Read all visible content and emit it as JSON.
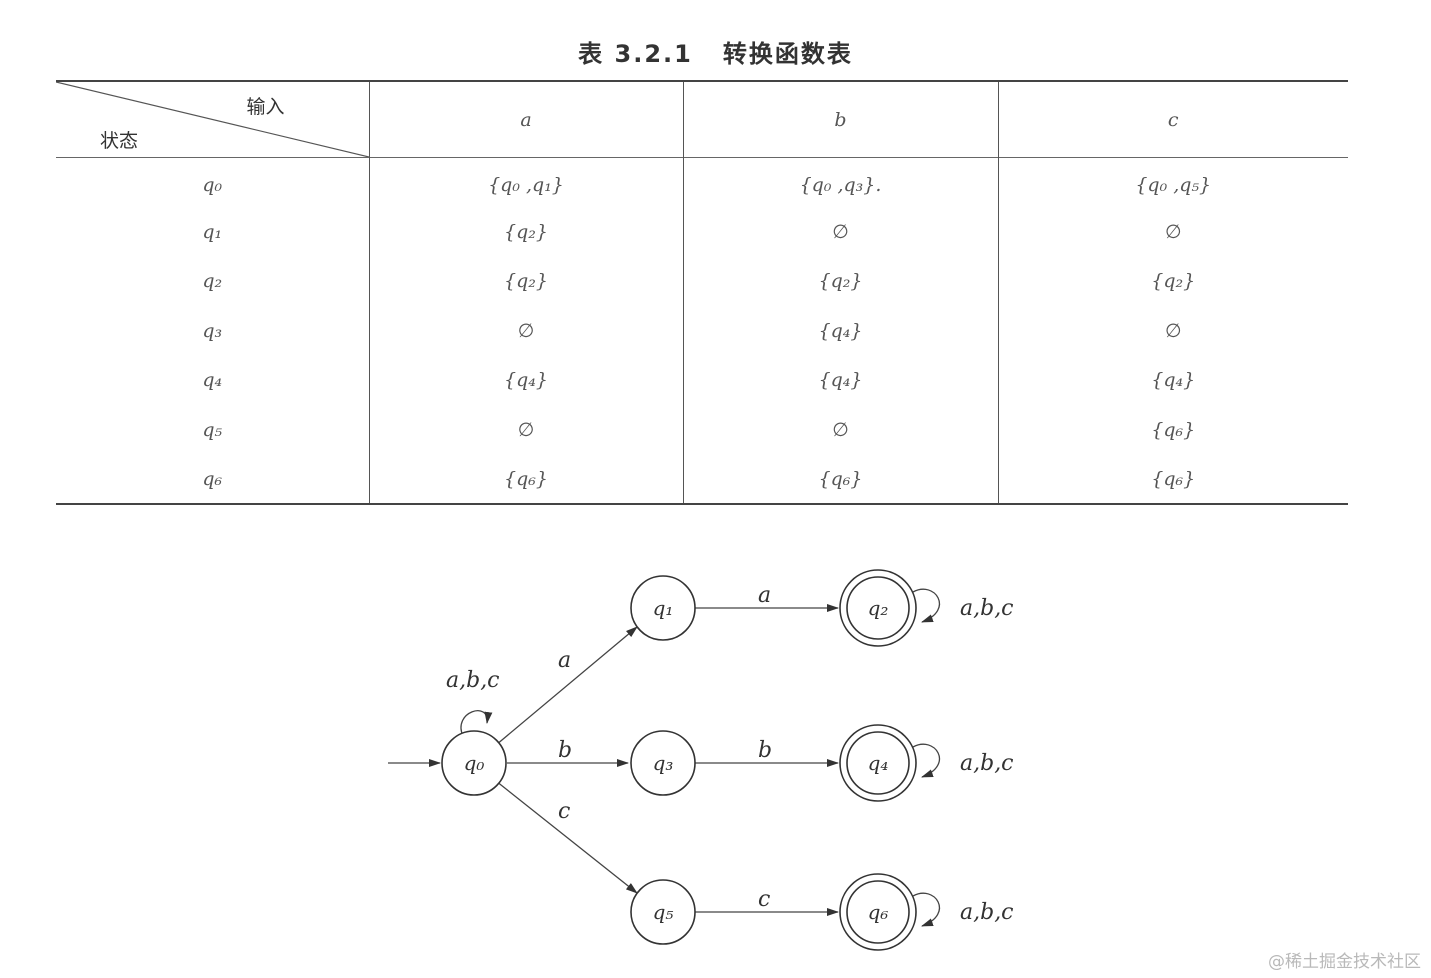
{
  "caption": {
    "number": "表 3.2.1",
    "title": "转换函数表"
  },
  "table": {
    "header": {
      "input_label": "输入",
      "state_label": "状态",
      "columns": [
        "a",
        "b",
        "c"
      ]
    },
    "rows": [
      {
        "state": "q₀",
        "a": "{q₀ ,q₁}",
        "b": "{q₀ ,q₃}.",
        "c": "{q₀ ,q₅}"
      },
      {
        "state": "q₁",
        "a": "{q₂}",
        "b": "∅",
        "c": "∅"
      },
      {
        "state": "q₂",
        "a": "{q₂}",
        "b": "{q₂}",
        "c": "{q₂}"
      },
      {
        "state": "q₃",
        "a": "∅",
        "b": "{q₄}",
        "c": "∅"
      },
      {
        "state": "q₄",
        "a": "{q₄}",
        "b": "{q₄}",
        "c": "{q₄}"
      },
      {
        "state": "q₅",
        "a": "∅",
        "b": "∅",
        "c": "{q₆}"
      },
      {
        "state": "q₆",
        "a": "{q₆}",
        "b": "{q₆}",
        "c": "{q₆}"
      }
    ]
  },
  "diagram": {
    "states": [
      {
        "id": "q0",
        "label": "q₀",
        "accepting": false
      },
      {
        "id": "q1",
        "label": "q₁",
        "accepting": false
      },
      {
        "id": "q2",
        "label": "q₂",
        "accepting": true
      },
      {
        "id": "q3",
        "label": "q₃",
        "accepting": false
      },
      {
        "id": "q4",
        "label": "q₄",
        "accepting": true
      },
      {
        "id": "q5",
        "label": "q₅",
        "accepting": false
      },
      {
        "id": "q6",
        "label": "q₆",
        "accepting": true
      }
    ],
    "transitions": [
      {
        "from": "q0",
        "to": "q1",
        "label": "a"
      },
      {
        "from": "q0",
        "to": "q3",
        "label": "b"
      },
      {
        "from": "q0",
        "to": "q5",
        "label": "c"
      },
      {
        "from": "q1",
        "to": "q2",
        "label": "a"
      },
      {
        "from": "q3",
        "to": "q4",
        "label": "b"
      },
      {
        "from": "q5",
        "to": "q6",
        "label": "c"
      }
    ],
    "self_loops": [
      {
        "state": "q0",
        "label": "a,b,c"
      },
      {
        "state": "q2",
        "label": "a,b,c"
      },
      {
        "state": "q4",
        "label": "a,b,c"
      },
      {
        "state": "q6",
        "label": "a,b,c"
      }
    ],
    "start_state": "q0"
  },
  "watermark": "@稀土掘金技术社区"
}
